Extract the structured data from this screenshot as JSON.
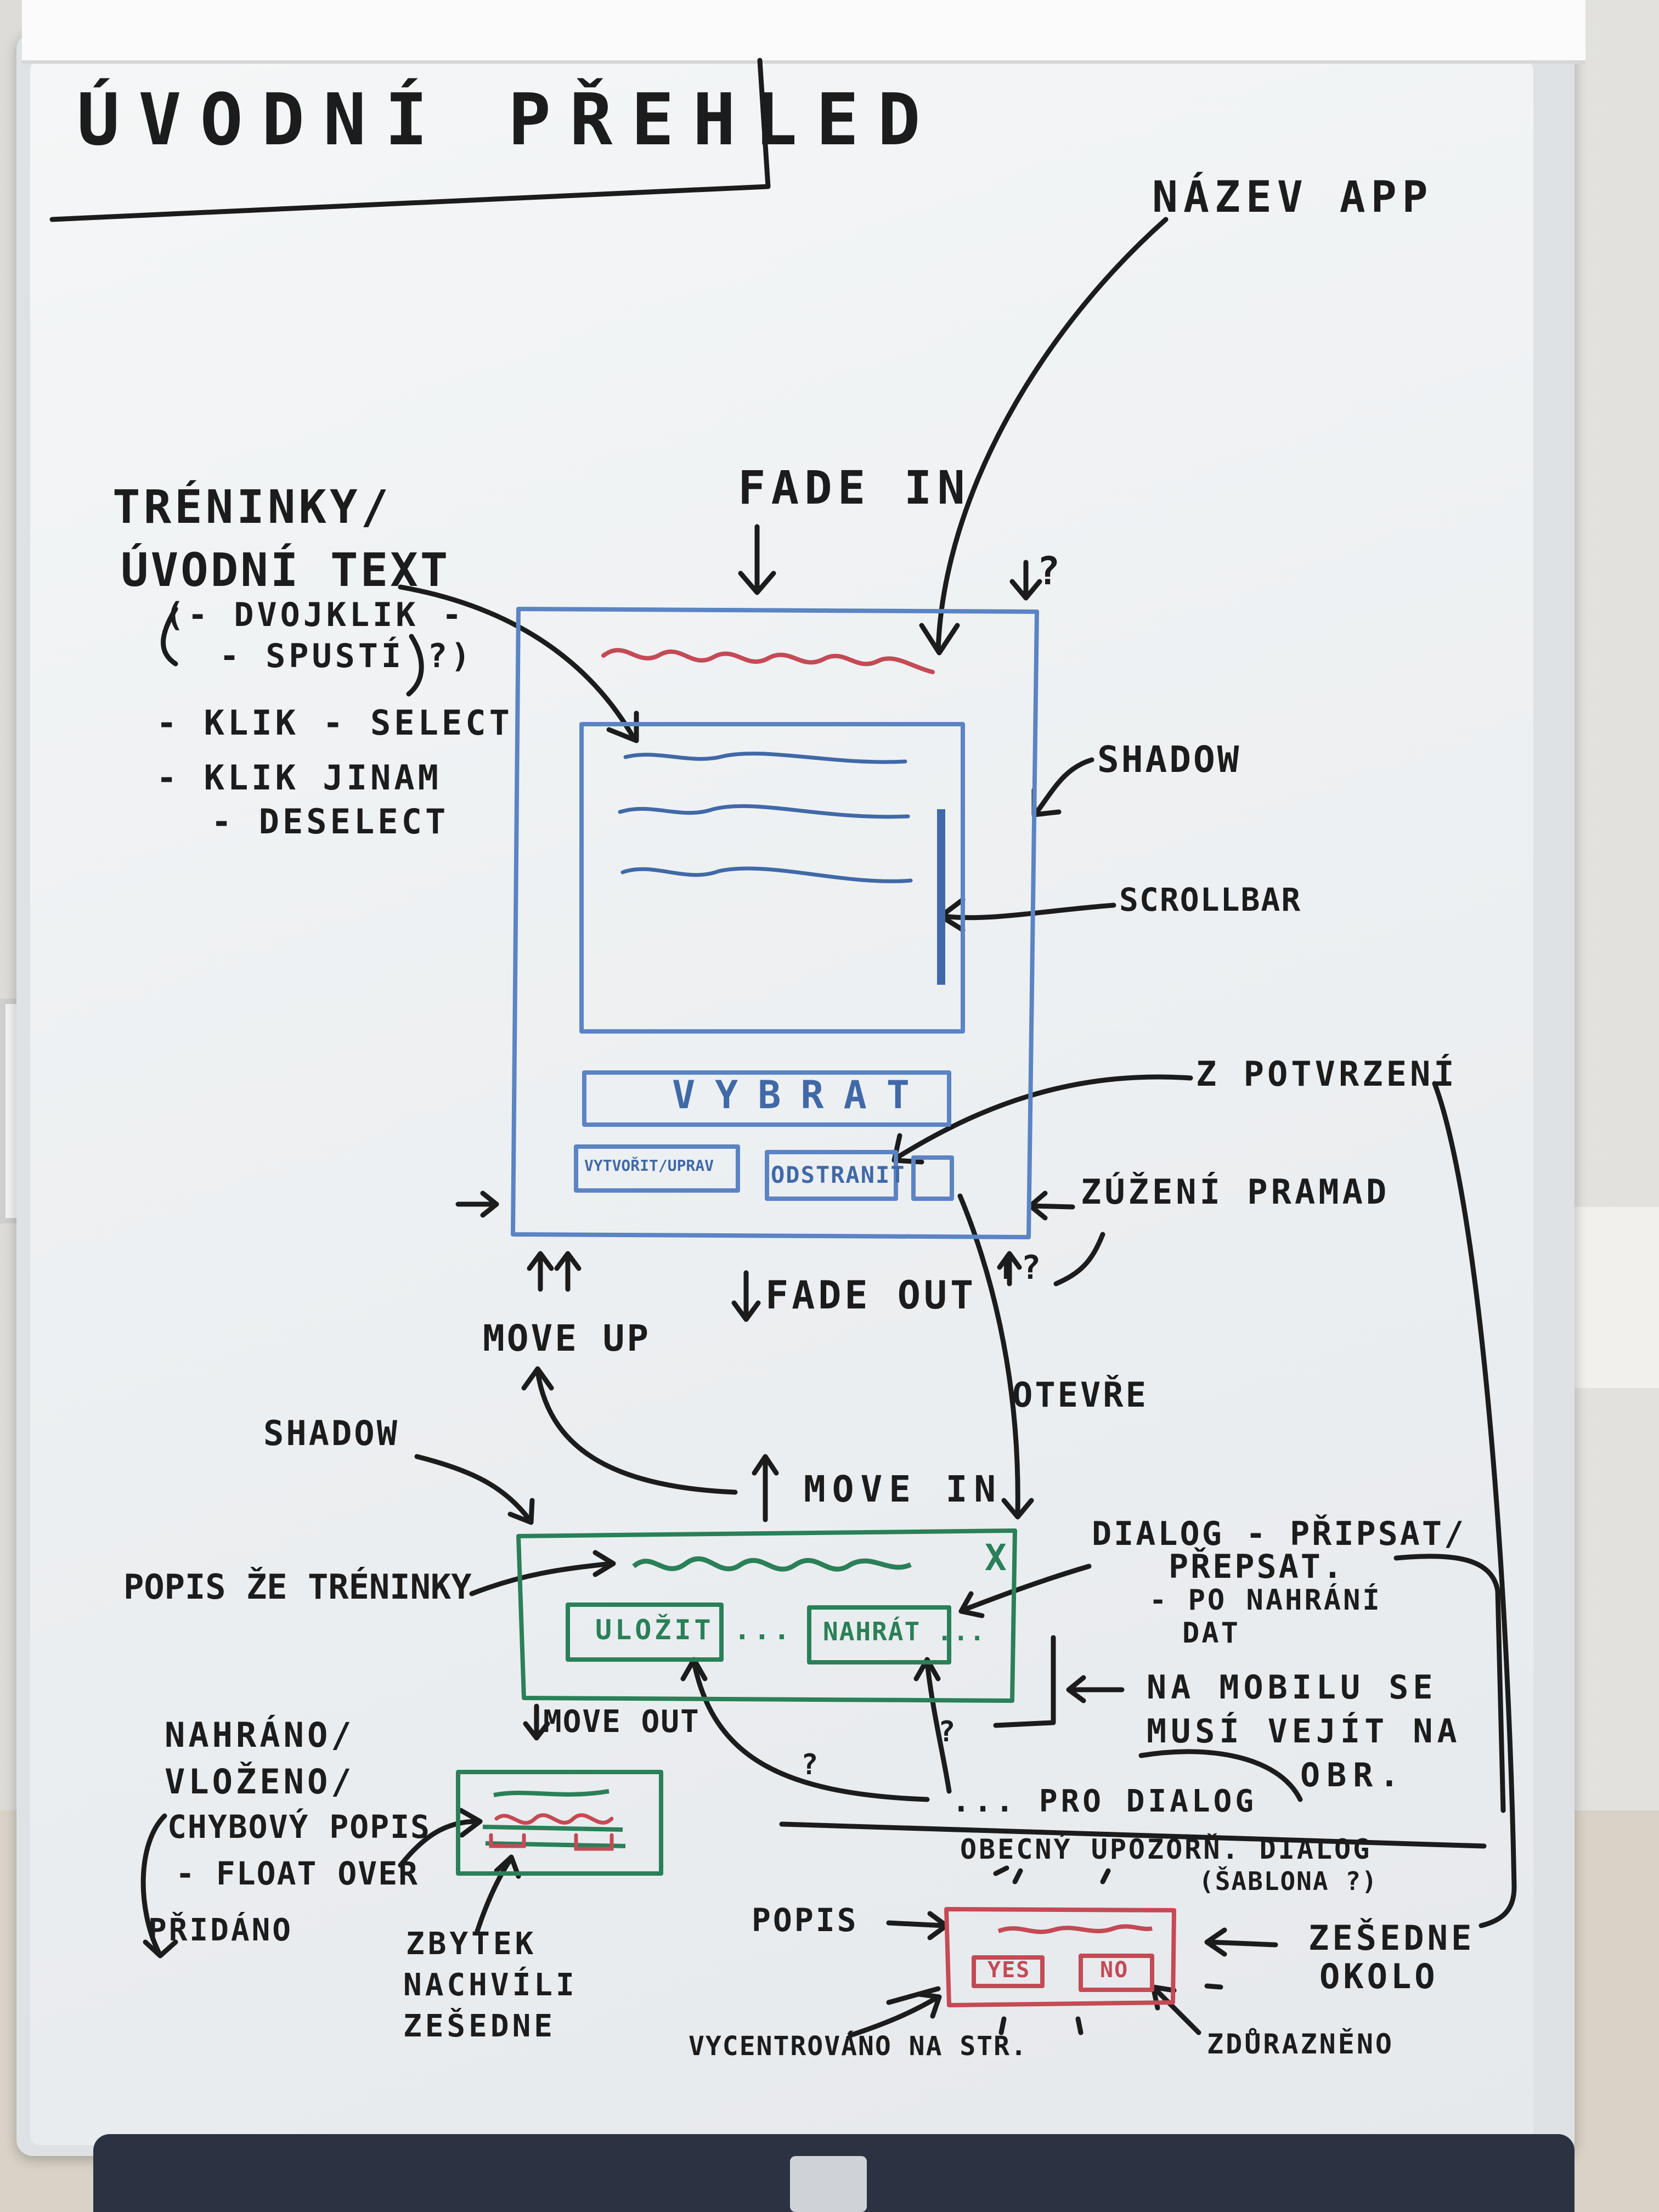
{
  "title": "ÚVODNÍ PŘEHLED",
  "labels": {
    "app_name": "NÁZEV APP",
    "fade_in": "FADE IN",
    "question_top": "?",
    "trainings_1": "TRÉNINKY/",
    "trainings_2": "ÚVODNÍ TEXT",
    "dblclick_1": "(- DVOJKLIK -",
    "dblclick_2": "- SPUSTÍ ?)",
    "click_select": "- KLIK - SELECT",
    "click_elsewhere_1": "- KLIK JINAM",
    "click_elsewhere_2": "- DESELECT",
    "shadow_top": "SHADOW",
    "scrollbar": "SCROLLBAR",
    "confirmation": "Z POTVRZENÍ",
    "narrowing": "ZÚŽENÍ PRAMAD",
    "question_mid": "↑?",
    "fade_out": "FADE OUT",
    "move_up": "MOVE UP",
    "opens": "OTEVŘE",
    "shadow_bottom": "SHADOW",
    "move_in": "MOVE IN",
    "description_trainings": "POPIS ŽE TRÉNINKY",
    "dialog_1": "DIALOG - PŘIPSAT/",
    "dialog_2": "PŘEPSAT.",
    "dialog_3": "- PO NAHRÁNÍ",
    "dialog_4": "DAT",
    "mobile_1": "NA MOBILU SE",
    "mobile_2": "MUSÍ VEJÍT NA",
    "mobile_3": "OBR.",
    "move_out": "MOVE OUT",
    "question_low_1": "?",
    "question_low_2": "?",
    "for_dialog": "... PRO DIALOG",
    "uploaded_1": "NAHRÁNO/",
    "uploaded_2": "VLOŽENO/",
    "uploaded_3": "CHYBOVÝ POPIS",
    "uploaded_4": "- FLOAT OVER",
    "added": "PŘIDÁNO",
    "rest_1": "ZBYTEK",
    "rest_2": "NACHVÍLI",
    "rest_3": "ZEŠEDNE",
    "general_dialog_1": "OBECNÝ UPOZORŇ. DIALOG",
    "general_dialog_2": "(ŠABLONA ?)",
    "popis": "POPIS",
    "greyed_1": "ZEŠEDNE",
    "greyed_2": "OKOLO",
    "centered": "VYCENTROVÁNO NA STR.",
    "highlighted": "ZDŮRAZNĚNO"
  },
  "mockup_main": {
    "select_button": "VYBRAT",
    "create_button": "VYTVOŘIT/UPRAV",
    "delete_button": "ODSTRANIT"
  },
  "mockup_bar": {
    "close": "X",
    "save_button": "ULOŽIT ...",
    "upload_button": "NAHRÁT ..."
  },
  "mockup_confirm": {
    "yes_button": "YES",
    "no_button": "NO"
  },
  "colors": {
    "ink_black": "#1c1c1c",
    "ink_blue": "#4169a8",
    "ink_red": "#c44a55",
    "ink_green": "#2a8058"
  }
}
